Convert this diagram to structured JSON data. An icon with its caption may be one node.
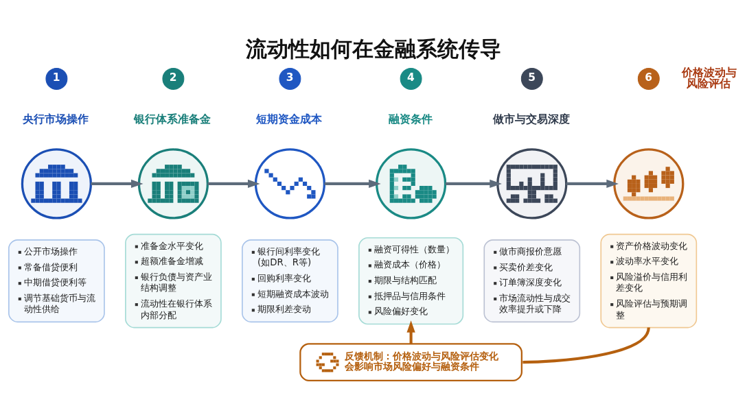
{
  "diagram": {
    "title": "流动性如何在金融系统传导",
    "nodes": [
      {
        "text": [
          "1"
        ],
        "beside": [
          "央行市场操作"
        ]
      },
      {
        "text": [],
        "shape": "picture"
      },
      {
        "text": [
          "公开市场操作",
          "常备借贷便利",
          "中期借贷便利等",
          "调节基础货币与流动性供给"
        ]
      },
      {
        "text": [
          "2"
        ],
        "beside": [
          "银行体系准备金"
        ]
      },
      {
        "text": [],
        "shape": "picture"
      },
      {
        "text": [
          "准备金水平变化",
          "超额准备金增减",
          "银行负债与资产业结构调整",
          "流动性在银行体系内部分配"
        ]
      },
      {
        "text": [
          "3"
        ],
        "beside": [
          "短期资金成本"
        ]
      },
      {
        "text": [],
        "shape": "picture"
      },
      {
        "text": [
          "银行间利率变化(如DR、R等)",
          "回购利率变化",
          "短期融资成本波动",
          "期限利差变动"
        ]
      },
      {
        "text": [
          "4"
        ],
        "beside": [
          "融资条件"
        ]
      },
      {
        "text": [],
        "shape": "picture"
      },
      {
        "text": [
          "融资可得性（数量）",
          "融资成本（价格）",
          "期限与结构匹配",
          "抵押品与信用条件",
          "风险偏好变化"
        ]
      },
      {
        "text": [
          "5"
        ],
        "beside": [
          "做市与交易深度"
        ]
      },
      {
        "text": [],
        "shape": "picture"
      },
      {
        "text": [
          "做市商报价意愿",
          "买卖价差变化",
          "订单簿深度变化",
          "市场流动性与成交效率提升或下降"
        ]
      },
      {
        "text": [
          "6"
        ],
        "beside": [
          "价格波动与风险评估"
        ]
      },
      {
        "text": [],
        "shape": "picture"
      },
      {
        "text": [
          "资产价格波动变化",
          "波动率水平变化",
          "风险溢价与信用利差变化",
          "风险评估与预期调整"
        ]
      },
      {
        "text": [
          "反馈机制：价格波动与风险评估变化会影响市场风险偏好与融资条件"
        ]
      }
    ],
    "edges": [
      {
        "from": 1,
        "to": 4,
        "arrow": "to"
      },
      {
        "from": 4,
        "to": 7,
        "arrow": "to"
      },
      {
        "from": 7,
        "to": 10,
        "arrow": "to"
      },
      {
        "from": 10,
        "to": 13,
        "arrow": "to"
      },
      {
        "from": 13,
        "to": 16,
        "arrow": "to"
      },
      {
        "from": 17,
        "to": 18,
        "arrow": "none",
        "color": "#b5600f"
      },
      {
        "from": 18,
        "to": 11,
        "arrow": "to",
        "color": "#b5600f"
      }
    ]
  }
}
